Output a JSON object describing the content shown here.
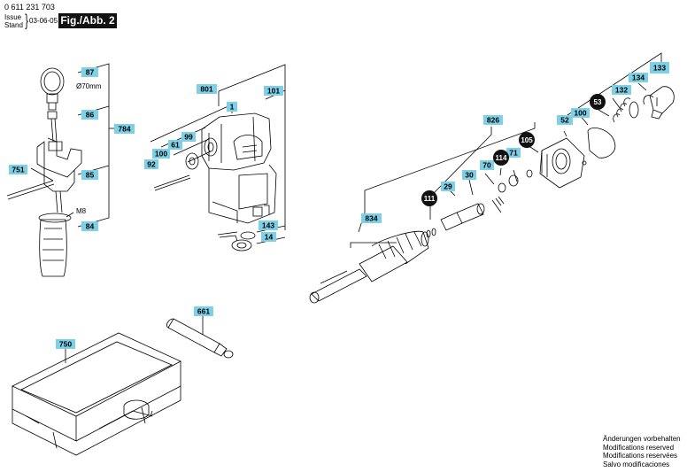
{
  "header": {
    "part_number": "0 611 231 703",
    "issue_label": "Issue",
    "stand_label": "Stand",
    "date": "03-06-05",
    "figure": "Fig./Abb. 2"
  },
  "labels": {
    "p87": "87",
    "p86": "86",
    "p784": "784",
    "p751": "751",
    "p85": "85",
    "p84": "84",
    "p801": "801",
    "p101": "101",
    "p1": "1",
    "p100a": "100",
    "p61": "61",
    "p99": "99",
    "p92": "92",
    "p143": "143",
    "p14": "14",
    "p133": "133",
    "p134": "134",
    "p132": "132",
    "p53": "53",
    "p100b": "100",
    "p52": "52",
    "p826": "826",
    "p105": "105",
    "p71": "71",
    "p114": "114",
    "p70": "70",
    "p30": "30",
    "p29": "29",
    "p111": "111",
    "p834": "834",
    "p661": "661",
    "p750": "750"
  },
  "annotations": {
    "diameter": "Ø70mm",
    "thread": "M8"
  },
  "note": {
    "line1": "Änderungen vorbehalten",
    "line2": "Modifications reserved",
    "line3": "Modifications reservées",
    "line4": "Salvo modificaciones"
  },
  "colors": {
    "label_fill": "#7ed0e6",
    "dark_badge": "#111111",
    "line": "#000000"
  }
}
